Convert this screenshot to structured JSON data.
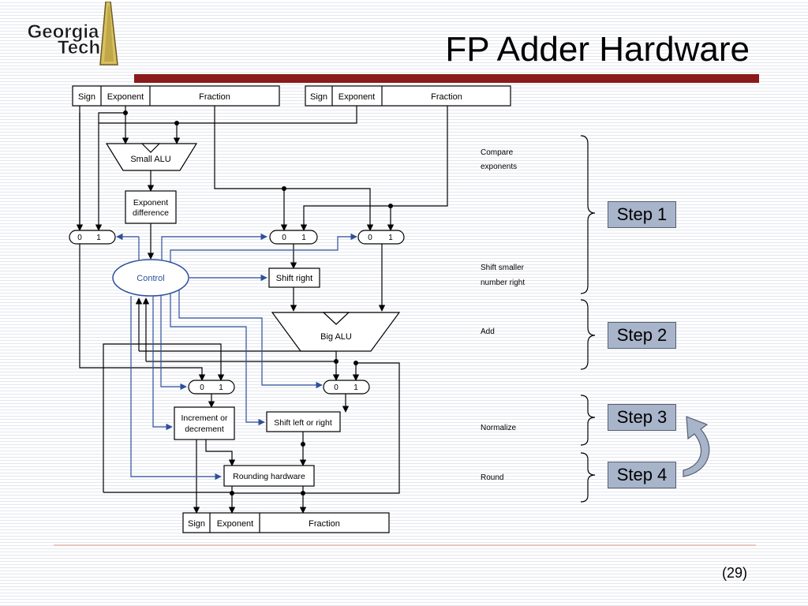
{
  "slide": {
    "title": "FP Adder Hardware",
    "page_number": "(29)"
  },
  "logo": {
    "line1": "Georgia",
    "line2": "Tech"
  },
  "operands": {
    "left": {
      "sign": "Sign",
      "exponent": "Exponent",
      "fraction": "Fraction"
    },
    "right": {
      "sign": "Sign",
      "exponent": "Exponent",
      "fraction": "Fraction"
    },
    "result": {
      "sign": "Sign",
      "exponent": "Exponent",
      "fraction": "Fraction"
    }
  },
  "blocks": {
    "small_alu": "Small ALU",
    "exponent_difference_line1": "Exponent",
    "exponent_difference_line2": "difference",
    "control": "Control",
    "shift_right": "Shift right",
    "big_alu": "Big ALU",
    "increment_line1": "Increment or",
    "increment_line2": "decrement",
    "shift_left_right": "Shift left or right",
    "rounding": "Rounding hardware"
  },
  "mux_labels": {
    "zero": "0",
    "one": "1"
  },
  "stage_labels": {
    "compare_line1": "Compare",
    "compare_line2": "exponents",
    "shift_line1": "Shift smaller",
    "shift_line2": "number right",
    "add": "Add",
    "normalize": "Normalize",
    "round": "Round"
  },
  "steps": [
    "Step 1",
    "Step 2",
    "Step 3",
    "Step 4"
  ],
  "colors": {
    "title_bar": "#8b1a1a",
    "control_blue": "#2e4f9a",
    "step_fill": "#a8b4ca",
    "logo_gold": "#b8a040"
  }
}
